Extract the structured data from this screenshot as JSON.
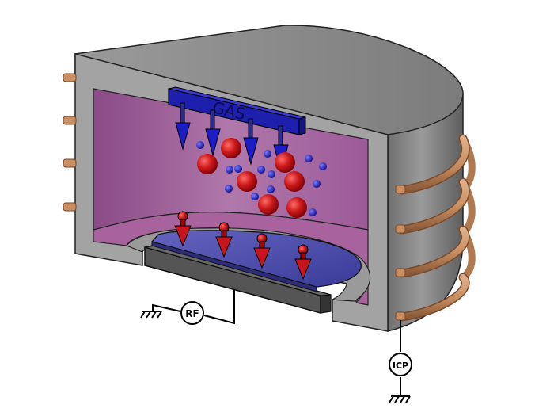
{
  "diagram": {
    "gas_label": "GAS",
    "rf_label": "RF",
    "icp_label": "ICP"
  },
  "colors": {
    "chamber_gray": "#8c8c8c",
    "chamber_light": "#a6a6a6",
    "interior_purple": "#a2609e",
    "gas_manifold_blue": "#1f1fae",
    "wafer_blue": "#4a4aa8",
    "electrode_dark": "#4a4a4a",
    "ion_red": "#c8141c",
    "electron_blue": "#1a1ab0",
    "coil_copper": "#c98f62"
  },
  "icons": [
    "gas-inlet-arrow",
    "ion-sphere",
    "electron-dot",
    "ion-bombardment-arrow",
    "ground-symbol",
    "rf-source-symbol",
    "icp-source-symbol",
    "copper-coil"
  ]
}
